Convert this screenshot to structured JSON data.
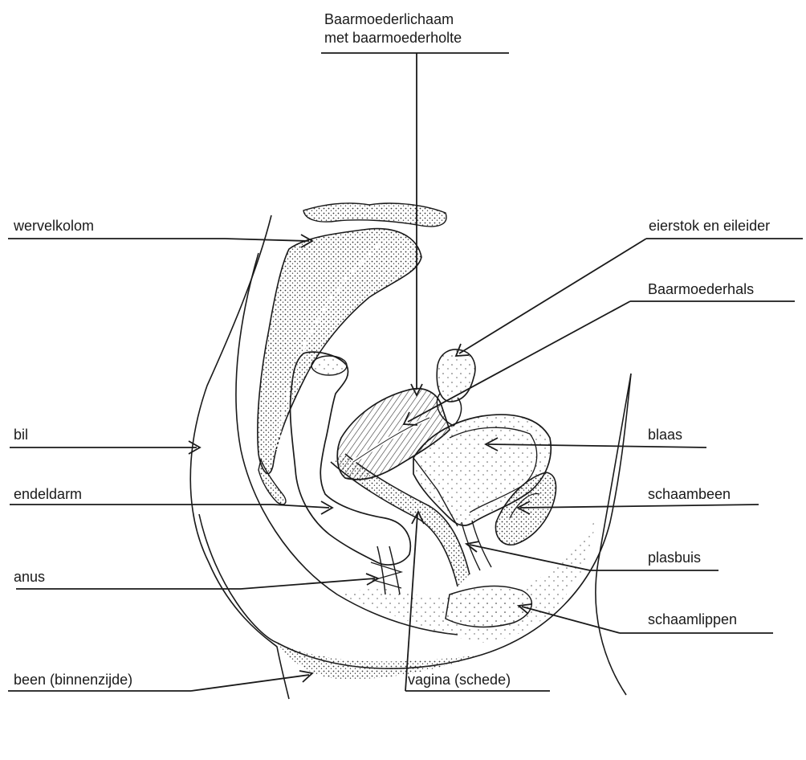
{
  "labels": {
    "uterus_line1": "Baarmoederlichaam",
    "uterus_line2": "met baarmoederholte",
    "spine": "wervelkolom",
    "ovary": "eierstok en eileider",
    "cervix": "Baarmoederhals",
    "buttock": "bil",
    "bladder": "blaas",
    "rectum": "endeldarm",
    "pubic_bone": "schaambeen",
    "urethra": "plasbuis",
    "anus": "anus",
    "labia": "schaamlippen",
    "leg": "been (binnenzijde)",
    "vagina": "vagina (schede)"
  },
  "colors": {
    "line": "#1a1a1a",
    "stipple": "#555555"
  }
}
